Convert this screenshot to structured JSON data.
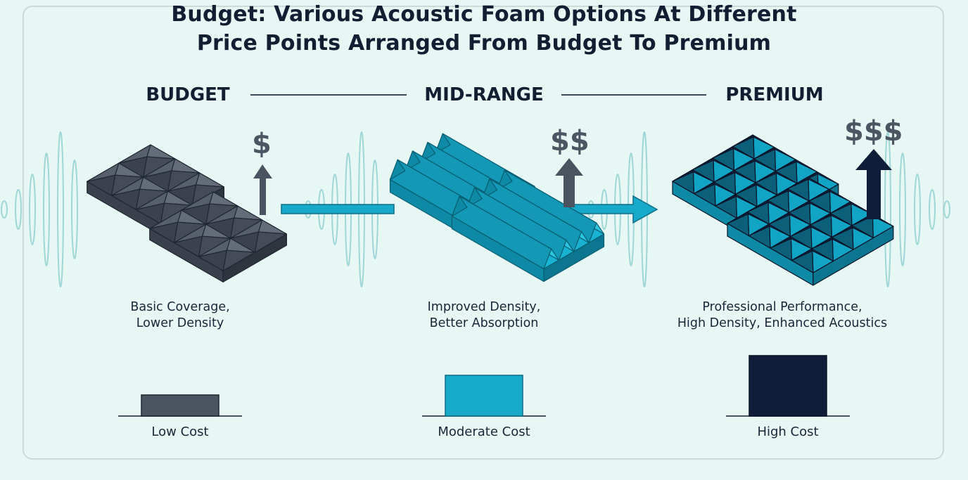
{
  "title_line1": "Budget: Various Acoustic Foam Options At Different",
  "title_line2": "Price Points Arranged From Budget To Premium",
  "colors": {
    "background": "#e6f7f4",
    "budget": "#4b5360",
    "mid": "#16a9c9",
    "premium": "#0f1d38",
    "wave": "#9fd6d6"
  },
  "tiers": [
    {
      "label": "BUDGET",
      "price": "$",
      "desc_line1": "Basic Coverage,",
      "desc_line2": "Lower Density",
      "cost": "Low Cost",
      "cost_level": 1
    },
    {
      "label": "MID-RANGE",
      "price": "$$",
      "desc_line1": "Improved Density,",
      "desc_line2": "Better Absorption",
      "cost": "Moderate Cost",
      "cost_level": 2
    },
    {
      "label": "PREMIUM",
      "price": "$$$",
      "desc_line1": "Professional Performance,",
      "desc_line2": "High Density, Enhanced Acoustics",
      "cost": "High Cost",
      "cost_level": 3
    }
  ]
}
